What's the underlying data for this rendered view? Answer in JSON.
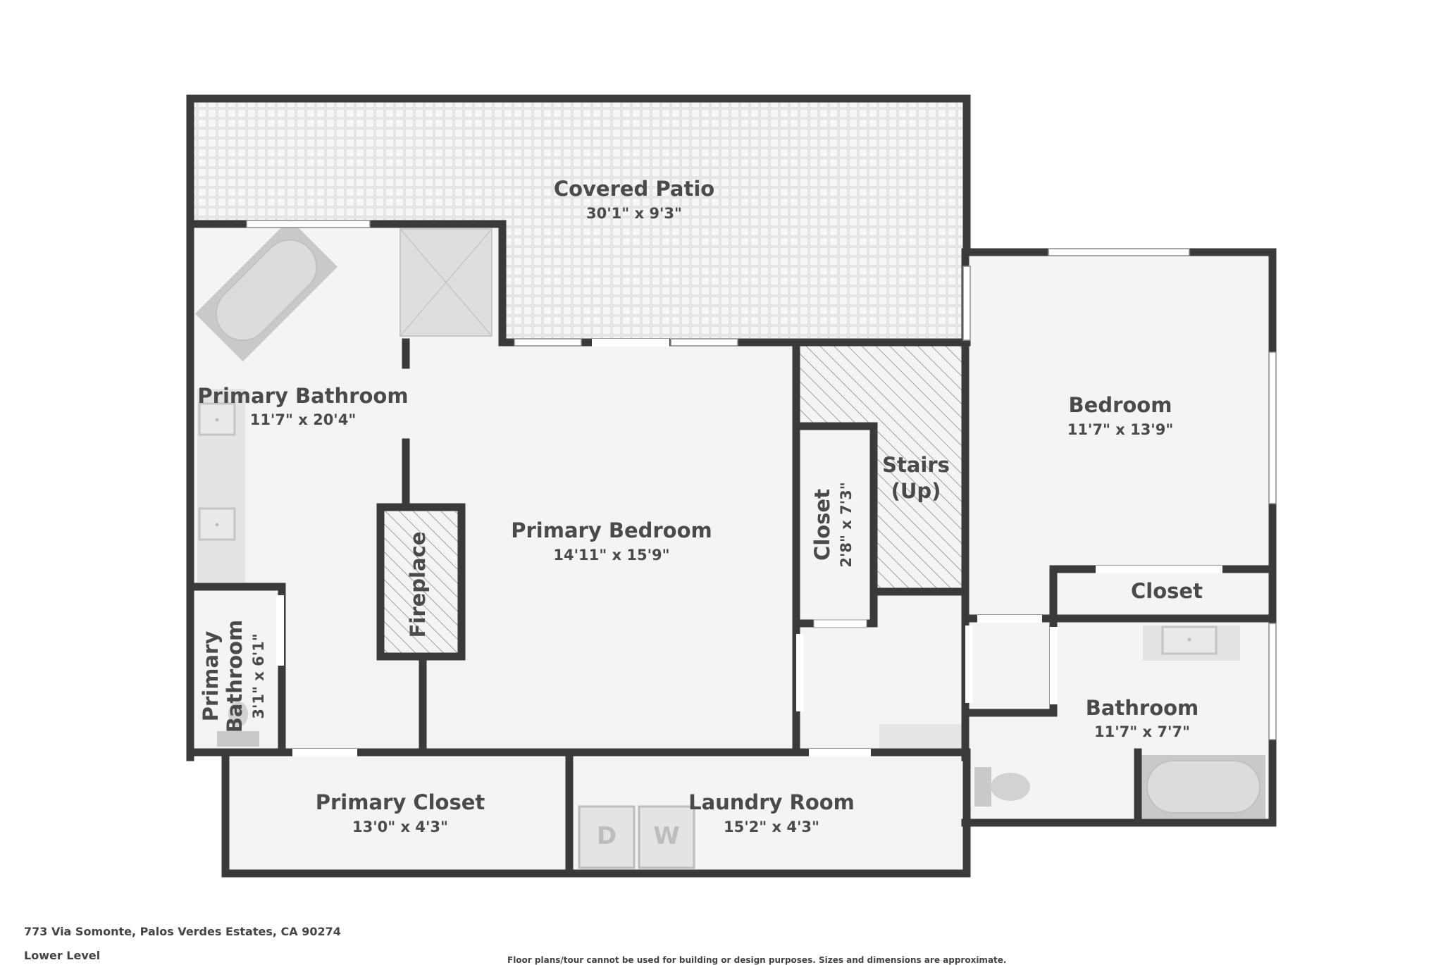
{
  "rooms": {
    "covered_patio": {
      "name": "Covered Patio",
      "dims": "30'1\" x 9'3\""
    },
    "primary_bathroom": {
      "name": "Primary Bathroom",
      "dims": "11'7\" x 20'4\""
    },
    "primary_bedroom": {
      "name": "Primary Bedroom",
      "dims": "14'11\" x 15'9\""
    },
    "closet_small": {
      "name": "Closet",
      "dims": "2'8\" x 7'3\""
    },
    "stairs": {
      "line1": "Stairs",
      "line2": "(Up)"
    },
    "bedroom": {
      "name": "Bedroom",
      "dims": "11'7\" x 13'9\""
    },
    "bedroom_closet": {
      "name": "Closet"
    },
    "bathroom": {
      "name": "Bathroom",
      "dims": "11'7\" x 7'7\""
    },
    "fireplace": {
      "name": "Fireplace"
    },
    "primary_bathroom_small": {
      "line1": "Primary",
      "line2": "Bathroom",
      "dims": "3'1\" x 6'1\""
    },
    "primary_closet": {
      "name": "Primary Closet",
      "dims": "13'0\" x 4'3\""
    },
    "laundry_room": {
      "name": "Laundry Room",
      "dims": "15'2\" x 4'3\""
    }
  },
  "appliances": {
    "dryer": "D",
    "washer": "W"
  },
  "footer": {
    "address": "773 Via Somonte, Palos Verdes Estates, CA 90274",
    "level": "Lower Level",
    "disclaimer": "Floor plans/tour cannot be used for building or design purposes. Sizes and dimensions are approximate."
  },
  "colors": {
    "wall": "#3a3a3a",
    "floor": "#f4f4f4",
    "fixture": "#cfcfcf",
    "text": "#4a4a4a"
  }
}
